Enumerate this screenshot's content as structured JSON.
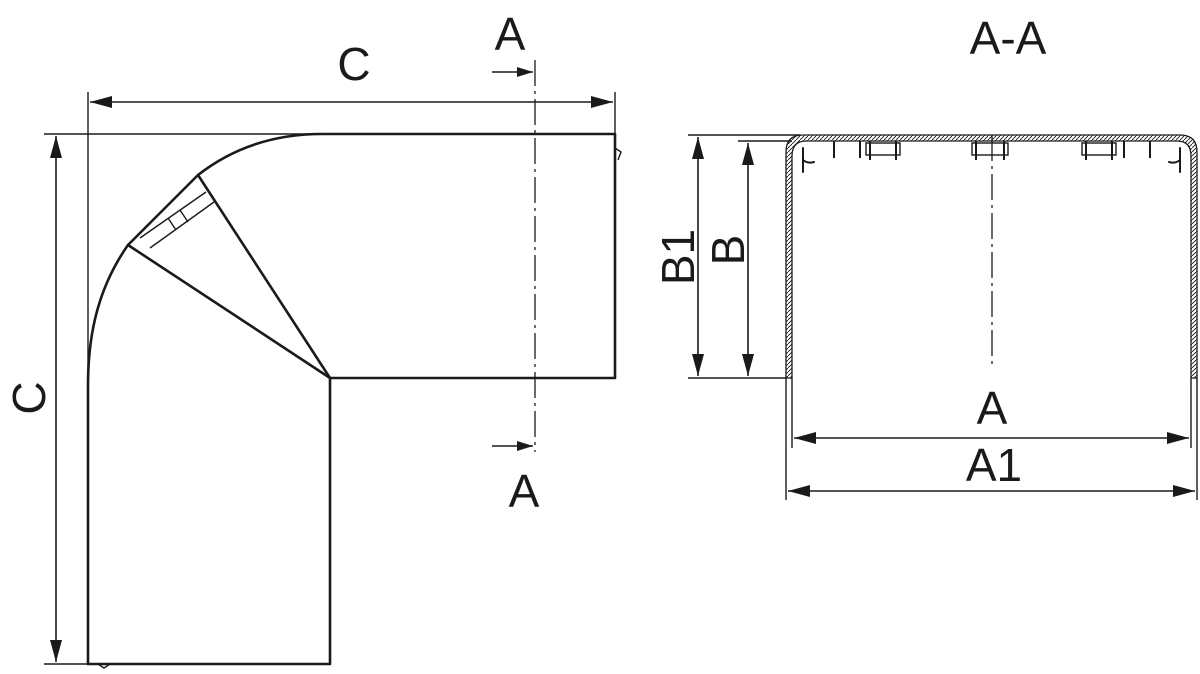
{
  "elbow_view": {
    "width_label": "C",
    "height_label": "C",
    "section_mark_top": "A",
    "section_mark_bottom": "A"
  },
  "section_view": {
    "title": "A-A",
    "height_outer_label": "B1",
    "height_inner_label": "B",
    "width_inner_label": "A",
    "width_outer_label": "A1"
  }
}
